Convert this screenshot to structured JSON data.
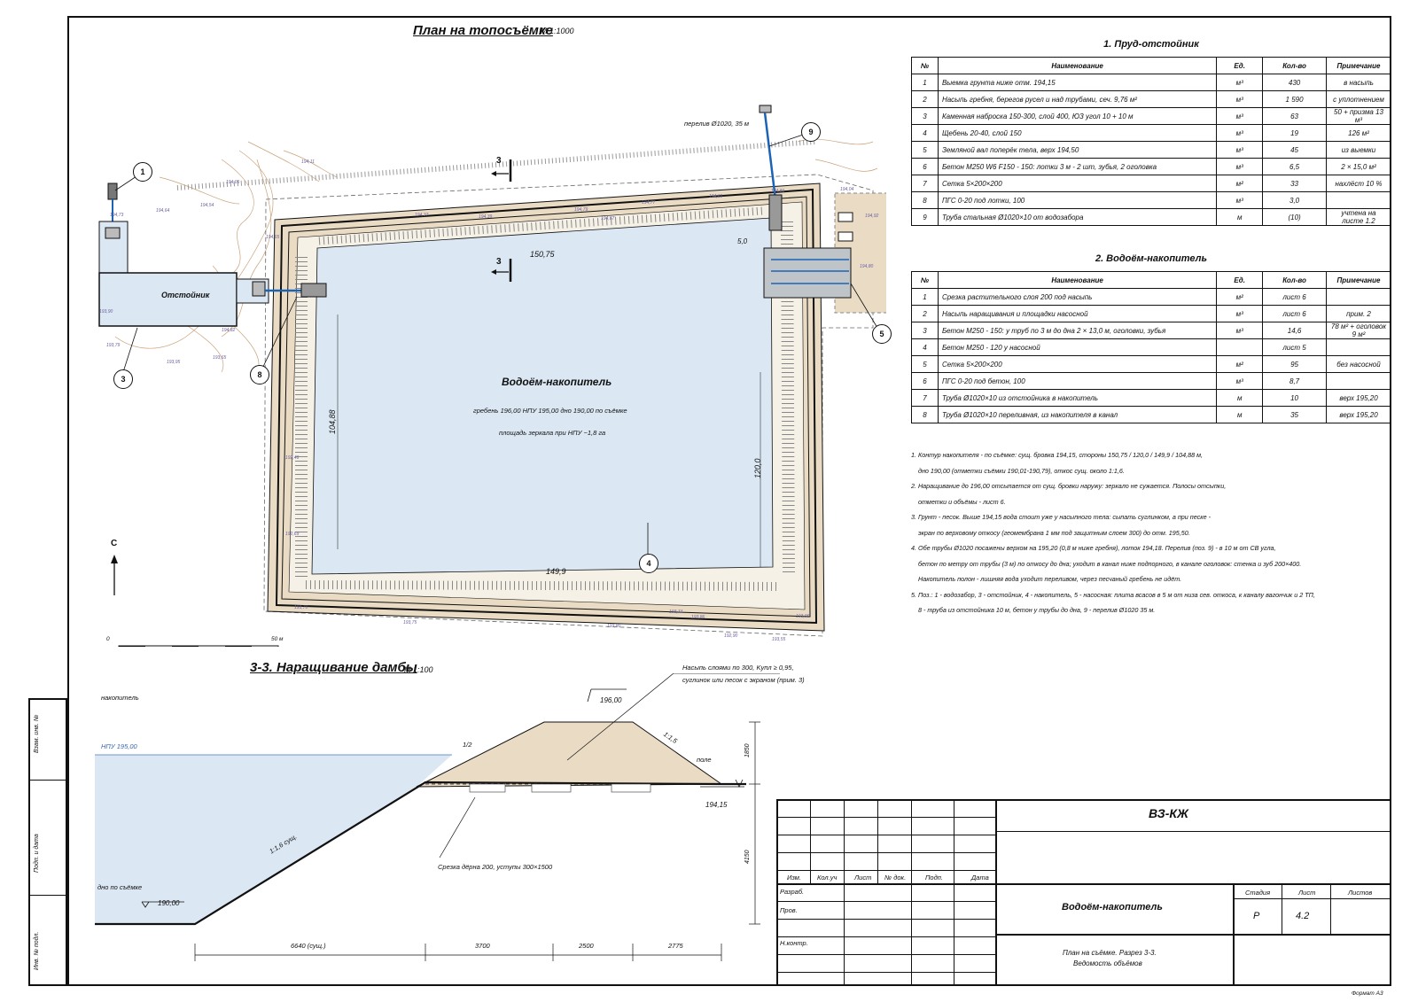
{
  "plan": {
    "title": "План на топосъёмке",
    "scale": "М 1:1000",
    "reservoir_label": "Водоём-накопитель",
    "reservoir_params": "гребень 196,00   НПУ 195,00   дно 190,00 по съёмке",
    "reservoir_area": "площадь зеркала при НПУ ~1,8 га",
    "sump_label": "Отстойник",
    "dim_top": "150,75",
    "dim_bottom": "149,9",
    "dim_left": "104,88",
    "dim_right": "120,0",
    "dim_inset": "5,0",
    "overflow_label": "перелив Ø1020, 35 м",
    "section_mark": "3",
    "north": "С",
    "scalebar_start": "0",
    "scalebar_end": "50 м",
    "callouts": [
      "1",
      "3",
      "8",
      "9",
      "5",
      "4"
    ],
    "elevations": [
      "194,64",
      "194,54",
      "194,73",
      "194,65",
      "194,82",
      "193,90",
      "193,79",
      "193,95",
      "193,65",
      "194,05",
      "194,11",
      "194,37",
      "194,39",
      "194,79",
      "194,67",
      "194,77",
      "194,69",
      "194,81",
      "194,92",
      "194,80",
      "194,04",
      "193,70",
      "193,75",
      "193,80",
      "193,86",
      "193,55",
      "193,74",
      "192,90",
      "193,96",
      "192,69",
      "192,46"
    ]
  },
  "section": {
    "title": "3-3. Наращивание дамбы",
    "scale": "М 1:100",
    "label_accumulator": "накопитель",
    "label_npu": "НПУ 195,00",
    "label_bottom": "дно по съёмке",
    "elev_bottom": "190,00",
    "elev_crest": "196,00",
    "elev_field": "194,15",
    "label_field": "поле",
    "slope_upper": "1/2",
    "slope_right": "1:1,5",
    "slope_existing": "1:1,6 сущ.",
    "fill_note_1": "Насыпь слоями по 300, Kупл ≥ 0,95,",
    "fill_note_2": "суглинок или песок с экраном (прим. 3)",
    "sod_note": "Срезка дёрна 200, уступы 300×1500",
    "height_upper": "1850",
    "height_lower": "4150",
    "dims": [
      "6640 (сущ.)",
      "3700",
      "2500",
      "2775"
    ]
  },
  "table1": {
    "caption": "1. Пруд-отстойник",
    "headers": [
      "№",
      "Наименование",
      "Ед.",
      "Кол-во",
      "Примечание"
    ],
    "rows": [
      [
        "1",
        "Выемка грунта ниже отм. 194,15",
        "м³",
        "430",
        "в насыпь"
      ],
      [
        "2",
        "Насыпь гребня, берегов русел и над трубами, сеч. 9,76 м²",
        "м³",
        "1 590",
        "с уплотнением"
      ],
      [
        "3",
        "Каменная наброска 150-300, слой 400, ЮЗ угол 10 + 10 м",
        "м³",
        "63",
        "50 + призма 13 м³"
      ],
      [
        "4",
        "Щебень 20-40, слой 150",
        "м³",
        "19",
        "126 м²"
      ],
      [
        "5",
        "Земляной вал поперёк тела, верх 194,50",
        "м³",
        "45",
        "из выемки"
      ],
      [
        "6",
        "Бетон М250 W6 F150 - 150: лотки 3 м - 2 шт, зубья, 2 оголовка",
        "м³",
        "6,5",
        "2 × 15,0 м²"
      ],
      [
        "7",
        "Сетка 5×200×200",
        "м²",
        "33",
        "нахлёст 10 %"
      ],
      [
        "8",
        "ПГС 0-20 под лотки, 100",
        "м³",
        "3,0",
        ""
      ],
      [
        "9",
        "Труба стальная Ø1020×10 от водозабора",
        "м",
        "(10)",
        "учтена на листе 1.2"
      ]
    ]
  },
  "table2": {
    "caption": "2. Водоём-накопитель",
    "headers": [
      "№",
      "Наименование",
      "Ед.",
      "Кол-во",
      "Примечание"
    ],
    "rows": [
      [
        "1",
        "Срезка растительного слоя 200 под насыпь",
        "м²",
        "лист 6",
        ""
      ],
      [
        "2",
        "Насыпь наращивания и площадки насосной",
        "м³",
        "лист 6",
        "прим. 2"
      ],
      [
        "3",
        "Бетон М250 - 150: у труб по 3 м до дна 2 × 13,0 м, оголовки, зубья",
        "м³",
        "14,6",
        "78 м² + оголовок 9 м²"
      ],
      [
        "4",
        "Бетон М250 - 120 у насосной",
        "",
        "лист 5",
        ""
      ],
      [
        "5",
        "Сетка 5×200×200",
        "м²",
        "95",
        "без насосной"
      ],
      [
        "6",
        "ПГС 0-20 под бетон, 100",
        "м³",
        "8,7",
        ""
      ],
      [
        "7",
        "Труба Ø1020×10 из отстойника в накопитель",
        "м",
        "10",
        "верх 195,20"
      ],
      [
        "8",
        "Труба Ø1020×10 переливная, из накопителя в канал",
        "м",
        "35",
        "верх 195,20"
      ]
    ]
  },
  "notes": [
    "1. Контур накопителя - по съёмке: сущ. бровка 194,15, стороны 150,75 / 120,0 / 149,9 / 104,88 м,",
    "дно 190,00 (отметки съёмки 190,01-190,79), откос сущ. около 1:1,6.",
    "2. Наращивание до 196,00 отсыпается от сущ. бровки наружу: зеркало не сужается. Полосы отсыпки,",
    "отметки и объёмы - лист 6.",
    "3. Грунт - песок. Выше 194,15 вода стоит уже у насыпного тела: сыпать суглинком, а при песке -",
    "экран по верховому откосу (геомембрана 1 мм под защитным слоем 300) до отм. 195,50.",
    "4. Обе трубы Ø1020 посажены верхом на 195,20 (0,8 м ниже гребня), лоток 194,18. Перелив (поз. 9) - в 10 м от СВ угла,",
    "бетон по метру от трубы (3 м) по откосу до дна; уходит в канал ниже подпорного, в канале оголовок: стенка и зуб 200×400.",
    "Накопитель полон - лишняя вода уходит переливом, через песчаный гребень не идёт.",
    "5. Поз.: 1 - водозабор, 3 - отстойник, 4 - накопитель, 5 - насосная: плита всасов в 5 м от низа сев. откоса, к каналу вагончик и 2 ТП,",
    "8 - труба из отстойника 10 м, бетон у трубы до дна, 9 - перелив Ø1020 35 м."
  ],
  "stamp": {
    "code": "ВЗ-КЖ",
    "object": "Водоём-накопитель",
    "sheet_title_1": "План на съёмке. Разрез 3-3.",
    "sheet_title_2": "Ведомость объёмов",
    "stage_label": "Стадия",
    "sheet_label": "Лист",
    "sheets_label": "Листов",
    "stage": "Р",
    "sheet": "4.2",
    "cols": [
      "Изм.",
      "Кол.уч",
      "Лист",
      "№ док.",
      "Подп.",
      "Дата"
    ],
    "roles": [
      "Разраб.",
      "Пров.",
      "Н.контр."
    ],
    "format": "Формат А3"
  },
  "side": [
    "Взам. инв. №",
    "Подп. и дата",
    "Инв. № подл."
  ]
}
